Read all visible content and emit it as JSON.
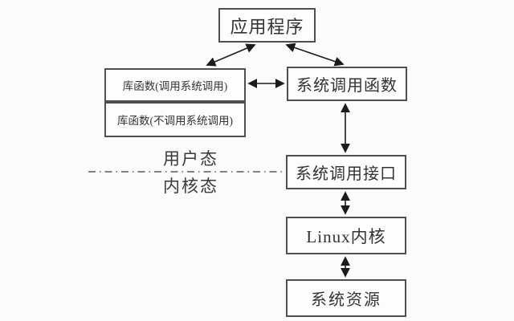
{
  "diagram": {
    "nodes": {
      "app": "应用程序",
      "lib_call": "库函数(调用系统调用)",
      "lib_nocall": "库函数(不调用系统调用)",
      "syscall_func": "系统调用函数",
      "syscall_interface": "系统调用接口",
      "kernel": "Linux内核",
      "resources": "系统资源"
    },
    "mode_labels": {
      "user": "用户态",
      "kernel": "内核态"
    },
    "colors": {
      "background": "#fbfbfb",
      "box_border": "#4f4f4f",
      "box_fill": "#fdfdfd",
      "text": "#333333",
      "arrow": "#1c1c1c",
      "divider": "#5a5a5a"
    }
  }
}
